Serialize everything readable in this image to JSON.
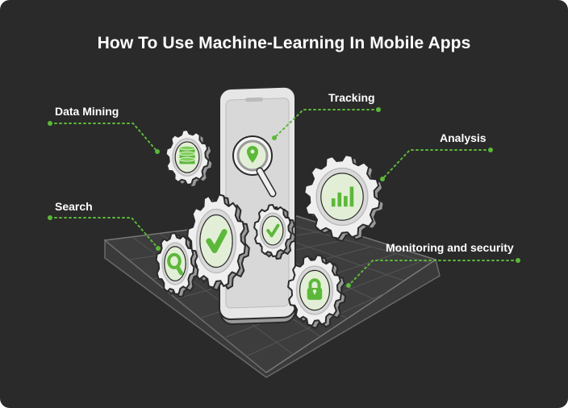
{
  "title": "How To Use Machine-Learning In Mobile Apps",
  "labels": {
    "data_mining": "Data Mining",
    "tracking": "Tracking",
    "analysis": "Analysis",
    "search": "Search",
    "monitoring": "Monitoring and security"
  },
  "colors": {
    "background": "#2a2a2a",
    "accent": "#5cb83a",
    "gear_fill": "#efefef",
    "gear_stroke": "#2a2a2a",
    "inner_fill": "#e2efd6"
  },
  "icons": {
    "data_mining": "database-icon",
    "tracking": "location-search-icon",
    "analysis": "bar-chart-icon",
    "search": "magnifier-icon",
    "monitoring": "lock-icon",
    "check_large": "check-icon",
    "check_small": "check-icon"
  }
}
